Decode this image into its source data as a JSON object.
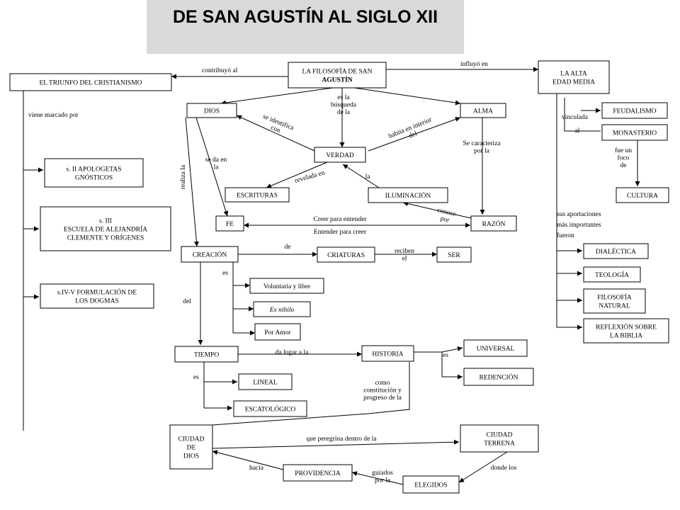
{
  "title": "DE SAN AGUSTÍN AL SIGLO XII",
  "nodes": {
    "filosofia": [
      "LA FILOSOFÍA DE SAN",
      "AGUSTÍN"
    ],
    "triunfo": [
      "EL TRIUNFO DEL CRISTIANISMO"
    ],
    "alta_edad": [
      "LA ALTA",
      "EDAD MEDIA"
    ],
    "dios": [
      "DIOS"
    ],
    "alma": [
      "ALMA"
    ],
    "verdad": [
      "VERDAD"
    ],
    "escrituras": [
      "ESCRITURAS"
    ],
    "iluminacion": [
      "ILUMINACIÓN"
    ],
    "fe": [
      "FE"
    ],
    "razon": [
      "RAZÓN"
    ],
    "creacion": [
      "CREACIÓN"
    ],
    "criaturas": [
      "CRIATURAS"
    ],
    "ser": [
      "SER"
    ],
    "voluntaria": [
      "Voluntaria y libre"
    ],
    "ex_nihilo": [
      "Ex nihilo"
    ],
    "por_amor": [
      "Por Amor"
    ],
    "tiempo": [
      "TIEMPO"
    ],
    "historia": [
      "HISTORIA"
    ],
    "universal": [
      "UNIVERSAL"
    ],
    "redencion": [
      "REDENCIÓN"
    ],
    "lineal": [
      "LINEAL"
    ],
    "escatologico": [
      "ESCATOLÓGICO"
    ],
    "ciudad_dios": [
      "CIUDAD",
      "DE",
      "DIOS"
    ],
    "ciudad_terrena": [
      "CIUDAD",
      "TERRENA"
    ],
    "providencia": [
      "PROVIDENCIA"
    ],
    "elegidos": [
      "ELEGIDOS"
    ],
    "apologetas": [
      "s. II  APOLOGETAS",
      "GNÓSTICOS"
    ],
    "alejandria": [
      "s. III",
      "ESCUELA DE ALEJANDRÍA",
      "CLEMENTE Y ORÍGENES"
    ],
    "dogmas": [
      "s.IV-V  FORMULACIÓN DE",
      "LOS DOGMAS"
    ],
    "feudalismo": [
      "FEUDALISMO"
    ],
    "monasterio": [
      "MONASTERIO"
    ],
    "cultura": [
      "CULTURA"
    ],
    "dialectica": [
      "DIALÉCTICA"
    ],
    "teologia": [
      "TEOLOGÍA"
    ],
    "filosofia_natural": [
      "FILOSOFÍA",
      "NATURAL"
    ],
    "reflexion": [
      "REFLEXIÓN SOBRE",
      "LA BIBLIA"
    ]
  },
  "labels": {
    "contribuyo": [
      "contribuyó al"
    ],
    "influyo": [
      "influyó en"
    ],
    "viene_marcado": [
      "viene marcado por"
    ],
    "busqueda": [
      "es la",
      "búsqueda",
      "de la"
    ],
    "se_identifica": [
      "se identifica",
      "con"
    ],
    "habita": [
      "habita en interior",
      "del"
    ],
    "se_caracteriza": [
      "Se caracteriza",
      "por la"
    ],
    "se_da": [
      "se  da en",
      "la"
    ],
    "realiza": [
      "realiza la"
    ],
    "revelada": [
      "revelada en"
    ],
    "la": [
      "la"
    ],
    "conoce": [
      "conoce",
      "por"
    ],
    "creer": [
      "Creer para entender"
    ],
    "entender": [
      "Entender para creer"
    ],
    "de": [
      "de"
    ],
    "reciben": [
      "reciben",
      "el"
    ],
    "es1": [
      "es"
    ],
    "del": [
      "del"
    ],
    "da_lugar": [
      "da lugar a la"
    ],
    "es2": [
      "es"
    ],
    "es3": [
      "es"
    ],
    "como": [
      "como",
      "constitución y",
      "progreso de la"
    ],
    "peregrina": [
      "que peregrina dentro de la"
    ],
    "hacia": [
      "hacia"
    ],
    "guiados": [
      "guiados",
      "por la"
    ],
    "donde": [
      "donde los"
    ],
    "vinculada": [
      "vinculada"
    ],
    "al": [
      "al"
    ],
    "fue_foco": [
      "fue un",
      "foco",
      "de"
    ],
    "aportaciones": [
      "sus aportaciones",
      "más importantes",
      "fueron"
    ]
  }
}
